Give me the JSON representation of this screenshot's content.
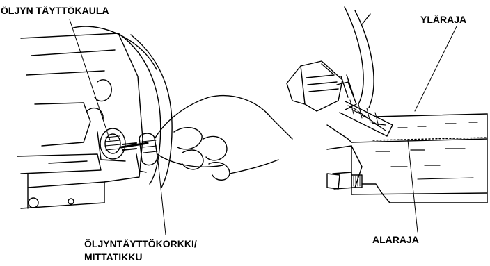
{
  "labels": {
    "filler_neck": "ÖLJYN TÄYTTÖKAULA",
    "upper_level": "YLÄRAJA",
    "lower_level": "ALARAJA",
    "cap_line1": "ÖLJYNTÄYTTÖKORKKI/",
    "cap_line2": "MITTATIKKU"
  },
  "colors": {
    "ink": "#000000",
    "paper": "#ffffff"
  }
}
